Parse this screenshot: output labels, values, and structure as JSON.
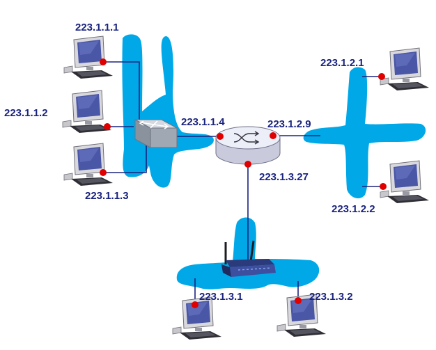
{
  "colors": {
    "subnet": "#00a8e8",
    "label": "#1a237e",
    "link": "#1a237e",
    "interface_dot": "#e00000",
    "router_body": "#e8e8f4",
    "switch_body": "#a0a8b4",
    "monitor_screen": "#4a56a6"
  },
  "interfaces": {
    "h111": "223.1.1.1",
    "h112": "223.1.1.2",
    "h113": "223.1.1.3",
    "r_left": "223.1.1.4",
    "r_right": "223.1.2.9",
    "r_bottom": "223.1.3.27",
    "h121": "223.1.2.1",
    "h122": "223.1.2.2",
    "h131": "223.1.3.1",
    "h132": "223.1.3.2"
  },
  "icons": {
    "router": "router-icon",
    "switch": "ethernet-switch-icon",
    "wifi": "wireless-access-point-icon",
    "host": "desktop-computer-icon"
  }
}
